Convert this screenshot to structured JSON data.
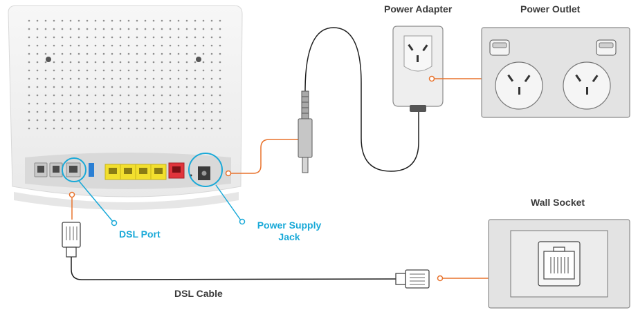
{
  "labels": {
    "power_adapter": "Power Adapter",
    "power_outlet": "Power Outlet",
    "wall_socket": "Wall Socket",
    "dsl_cable": "DSL Cable",
    "dsl_port": "DSL Port",
    "power_supply_jack_line1": "Power Supply",
    "power_supply_jack_line2": "Jack"
  },
  "colors": {
    "callout_orange": "#e8722c",
    "callout_blue": "#19a9d8",
    "label_dark": "#3a3a3a",
    "device_light": "#f1f1f1",
    "plate_grey": "#e3e3e3",
    "ethernet_yellow": "#f2df2e",
    "port_red": "#e0343c",
    "port_blue": "#2a7fd4"
  }
}
